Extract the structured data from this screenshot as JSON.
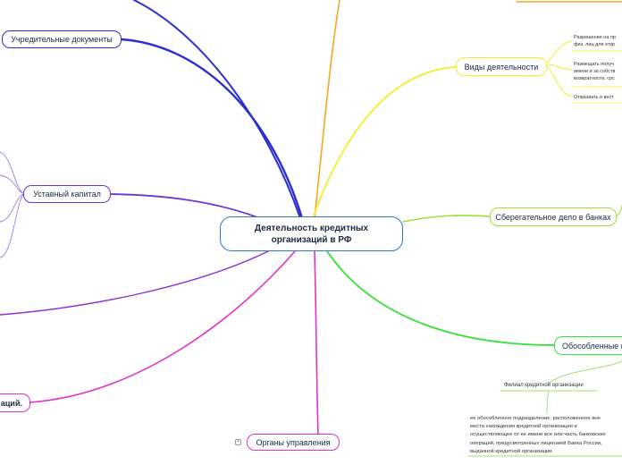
{
  "central": {
    "title_line1": "Деятельность кредитных",
    "title_line2": "организаций в РФ"
  },
  "nodes": {
    "founding_docs": "Учредительные документы",
    "charter_capital": "Уставный капитал",
    "activities": "Виды деятельности",
    "savings": "Сберегательное дело в банках",
    "separate_units": "Обособленные п",
    "management": "Органы управления",
    "left_partial": "аций."
  },
  "activities_subs": [
    {
      "line1": "Разрешение на пр",
      "line2": "физ. лиц для откр"
    },
    {
      "line1": "Размещать получ",
      "line2": "имени и за собств",
      "line3": "возвратности, срс"
    },
    {
      "line1": "Открывать и вест"
    }
  ],
  "branch": {
    "label": "Филиал кредитной организации",
    "description": [
      "ее обособленное подразделение, расположенное вне",
      "места нахождения кредитной организации и",
      "осуществляющее от ее имени все или часть банковских",
      "операций, предусмотренных лицензией Банка России,",
      "выданной кредитной организации."
    ]
  },
  "collapse_marker": "+",
  "colors": {
    "blue": "#2b2fd1",
    "light_blue": "#2c7bc9",
    "yellow": "#f3ef2a",
    "yellow_green": "#9ee03a",
    "green": "#36e03a",
    "purple": "#6b36d6",
    "magenta": "#e033c8",
    "orange": "#f5a623"
  }
}
